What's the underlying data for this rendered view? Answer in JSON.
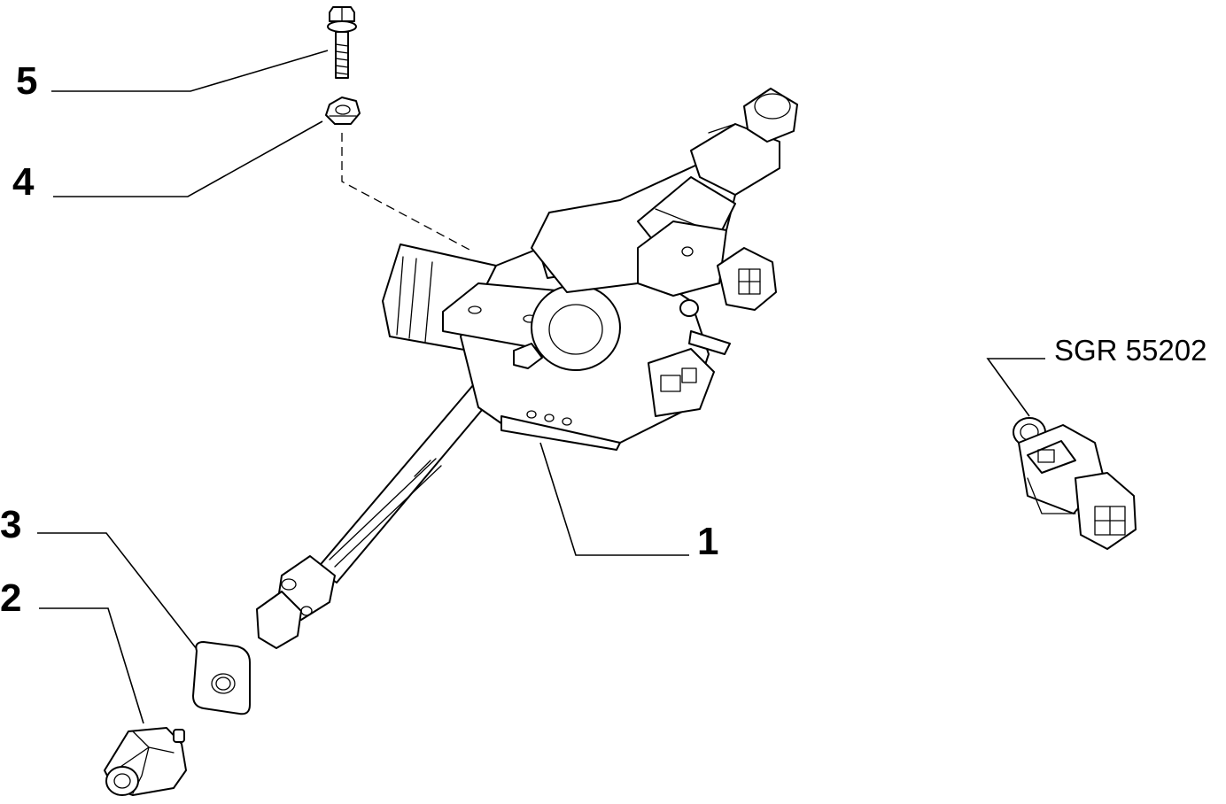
{
  "diagram": {
    "callouts": [
      {
        "id": "1",
        "text": "1"
      },
      {
        "id": "2",
        "text": "2"
      },
      {
        "id": "3",
        "text": "3"
      },
      {
        "id": "4",
        "text": "4"
      },
      {
        "id": "5",
        "text": "5"
      }
    ],
    "reference_label": "SGR 55202",
    "parts": [
      {
        "callout": "1",
        "name": "steering-column-assembly"
      },
      {
        "callout": "2",
        "name": "ignition-lock-cylinder"
      },
      {
        "callout": "3",
        "name": "gasket-plate"
      },
      {
        "callout": "4",
        "name": "hex-nut"
      },
      {
        "callout": "5",
        "name": "flanged-bolt"
      }
    ]
  }
}
